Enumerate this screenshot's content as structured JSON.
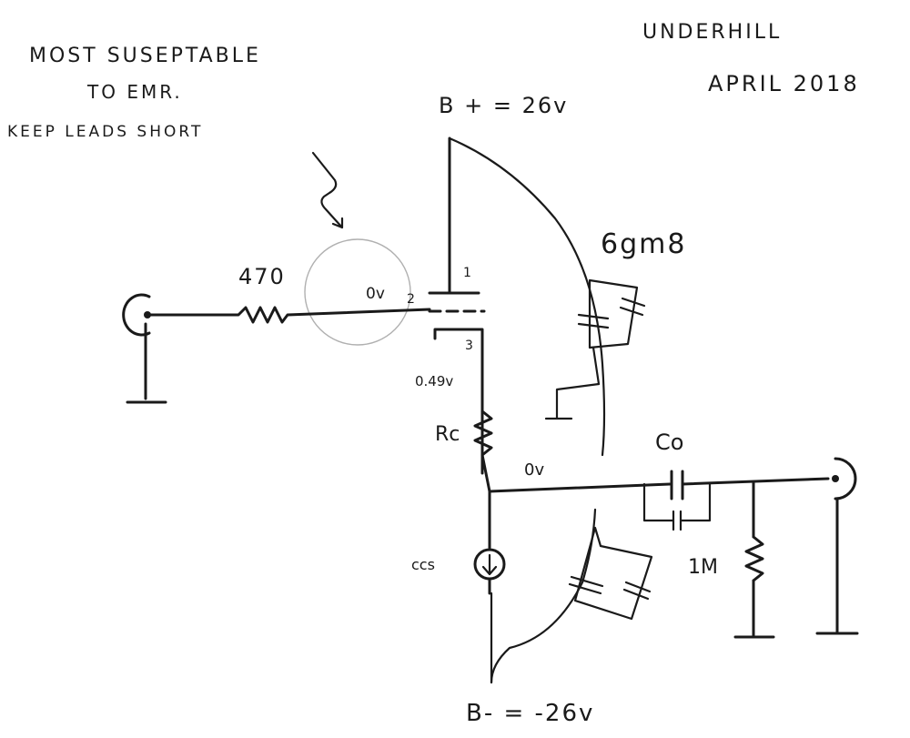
{
  "notes": {
    "line1": "MOST SUSEPTABLE",
    "line2": "TO EMR.",
    "line3": "KEEP LEADS SHORT"
  },
  "header": {
    "author": "UNDERHILL",
    "date": "APRIL 2018"
  },
  "labels": {
    "b_plus": "B + = 26v",
    "b_minus": "B-  = -26v",
    "tube": "6gm8",
    "r_in": "470",
    "grid_v": "0v",
    "pin_plate": "1",
    "pin_grid": "2",
    "pin_cathode": "3",
    "cathode_v": "0.49v",
    "r_cathode": "Rc",
    "out_v": "0v",
    "c_out": "Co",
    "r_load": "1M",
    "ccs": "ccs"
  }
}
